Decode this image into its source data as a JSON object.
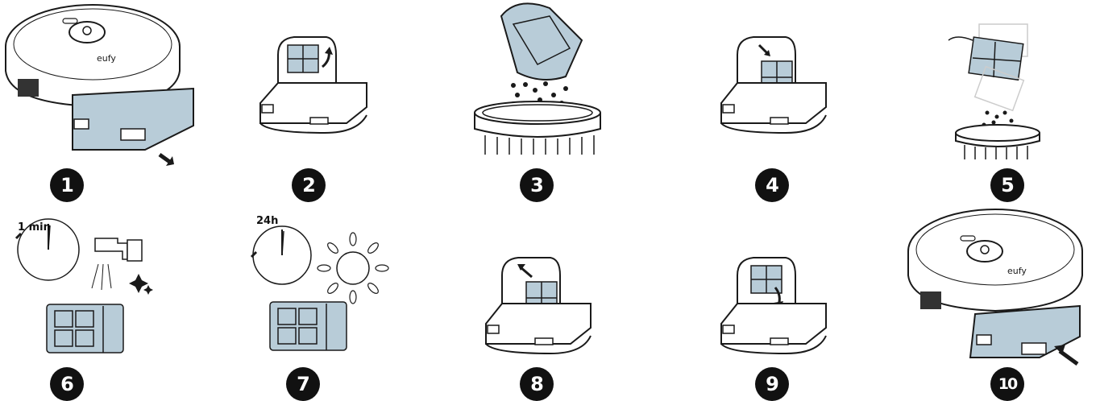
{
  "colors": {
    "accent": "#b8ccd8",
    "line": "#1a1a1a",
    "badge_bg": "#111111"
  },
  "steps": [
    {
      "number": "1"
    },
    {
      "number": "2"
    },
    {
      "number": "3"
    },
    {
      "number": "4"
    },
    {
      "number": "5"
    },
    {
      "number": "6",
      "timer_label": "1 min"
    },
    {
      "number": "7",
      "timer_label": "24h"
    },
    {
      "number": "8"
    },
    {
      "number": "9"
    },
    {
      "number": "10"
    }
  ],
  "robot": {
    "brand_text": "eufy"
  }
}
